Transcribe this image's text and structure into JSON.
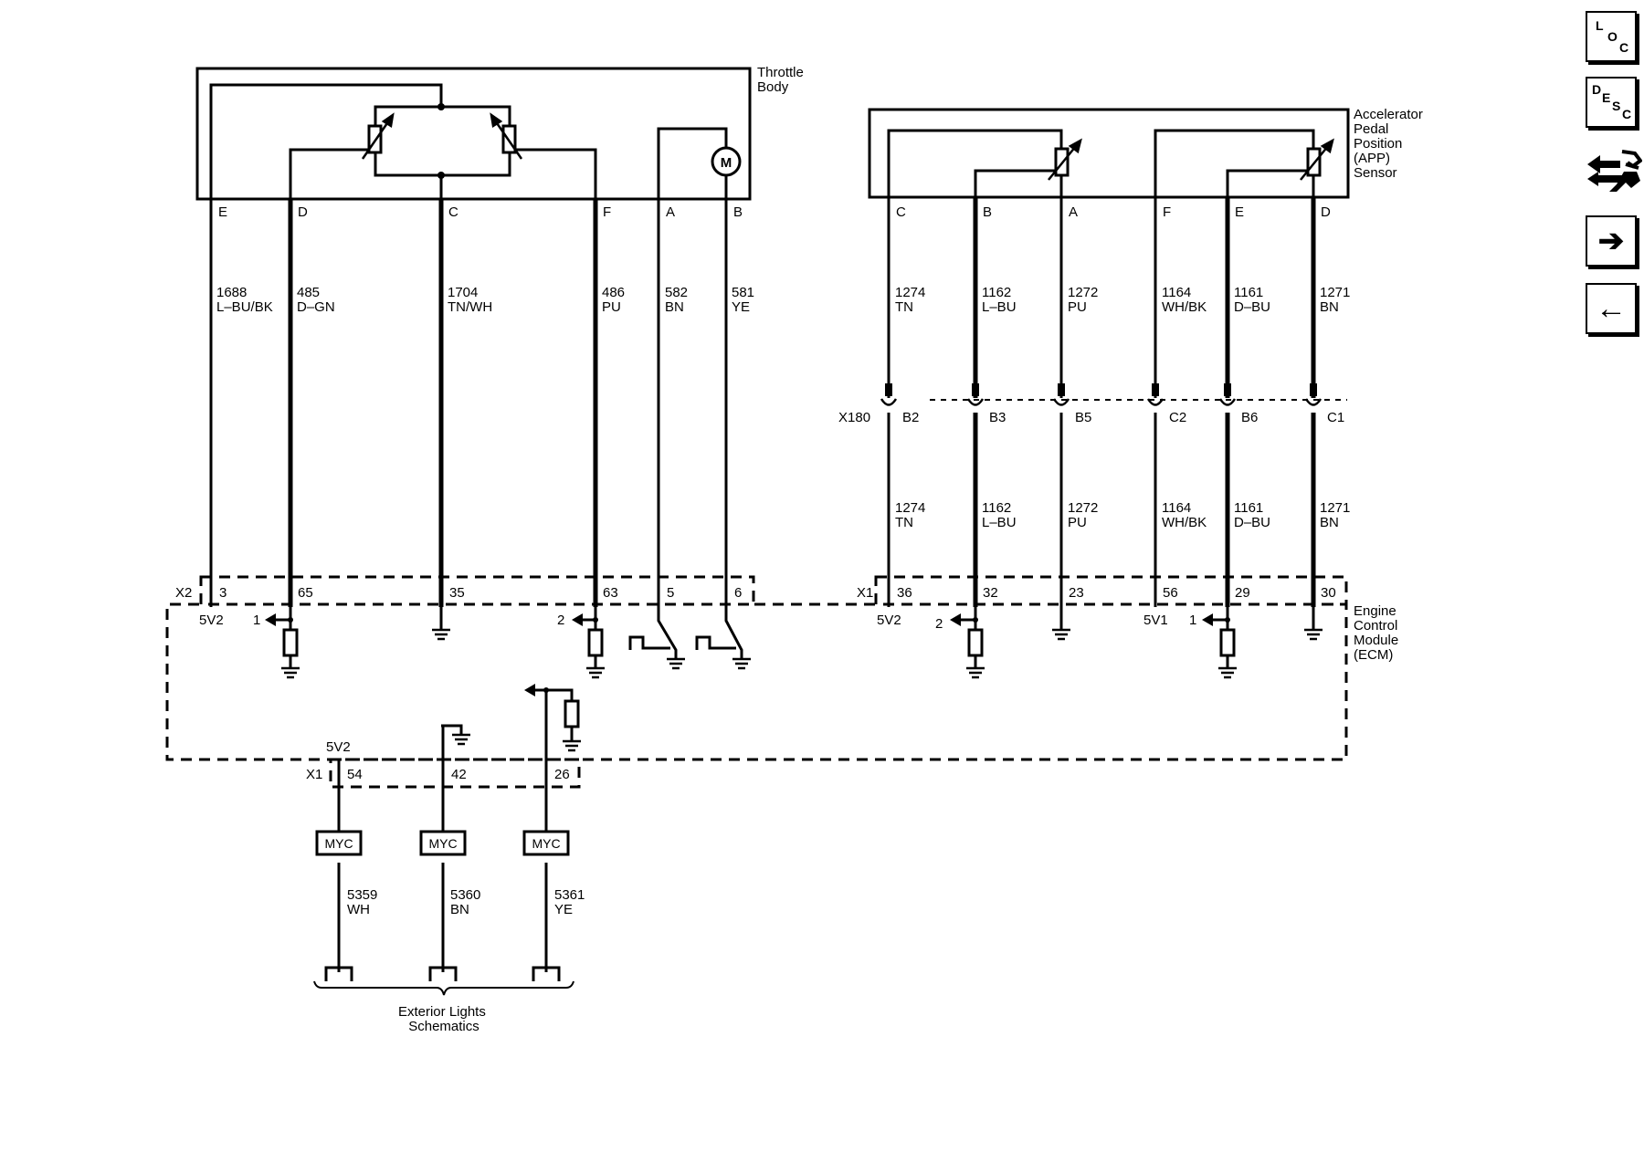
{
  "throttle": {
    "name": "Throttle\nBody",
    "pins": [
      {
        "pin": "E",
        "circuit": "1688",
        "color": "L–BU/BK",
        "ecm_pin": "3"
      },
      {
        "pin": "D",
        "circuit": "485",
        "color": "D–GN",
        "ecm_pin": "65"
      },
      {
        "pin": "C",
        "circuit": "1704",
        "color": "TN/WH",
        "ecm_pin": "35"
      },
      {
        "pin": "F",
        "circuit": "486",
        "color": "PU",
        "ecm_pin": "63"
      },
      {
        "pin": "A",
        "circuit": "582",
        "color": "BN",
        "ecm_pin": "5"
      },
      {
        "pin": "B",
        "circuit": "581",
        "color": "YE",
        "ecm_pin": "6"
      }
    ],
    "motor_label": "M"
  },
  "app": {
    "name": "Accelerator\nPedal\nPosition\n(APP)\nSensor",
    "pins": [
      {
        "pin": "C",
        "circuit": "1274",
        "color": "TN",
        "x180_pin": "B2",
        "ecm_pin": "36"
      },
      {
        "pin": "B",
        "circuit": "1162",
        "color": "L–BU",
        "x180_pin": "B3",
        "ecm_pin": "32"
      },
      {
        "pin": "A",
        "circuit": "1272",
        "color": "PU",
        "x180_pin": "B5",
        "ecm_pin": "23"
      },
      {
        "pin": "F",
        "circuit": "1164",
        "color": "WH/BK",
        "x180_pin": "C2",
        "ecm_pin": "56"
      },
      {
        "pin": "E",
        "circuit": "1161",
        "color": "D–BU",
        "x180_pin": "B6",
        "ecm_pin": "29"
      },
      {
        "pin": "D",
        "circuit": "1271",
        "color": "BN",
        "x180_pin": "C1",
        "ecm_pin": "30"
      }
    ]
  },
  "connectors": {
    "x2": "X2",
    "x1": "X1",
    "x180": "X180"
  },
  "ecm": {
    "name": "Engine\nControl\nModule\n(ECM)",
    "ref_5v2": "5V2",
    "ref_5v1": "5V1",
    "sig_1": "1",
    "sig_2": "2"
  },
  "lights": {
    "connector": "X1",
    "ref": "5V2",
    "pins": [
      {
        "ecm_pin": "54",
        "module": "MYC",
        "circuit": "5359",
        "color": "WH"
      },
      {
        "ecm_pin": "42",
        "module": "MYC",
        "circuit": "5360",
        "color": "BN"
      },
      {
        "ecm_pin": "26",
        "module": "MYC",
        "circuit": "5361",
        "color": "YE"
      }
    ],
    "caption": "Exterior Lights\nSchematics"
  },
  "sidebar": {
    "loc": [
      "L",
      "O",
      "C"
    ],
    "desc": [
      "D",
      "E",
      "S",
      "C"
    ],
    "next_glyph": "➔",
    "prev_glyph": "←"
  },
  "icons": {
    "connector_tool": "connector-tool-icon",
    "next": "arrow-right-icon",
    "prev": "arrow-left-icon"
  }
}
